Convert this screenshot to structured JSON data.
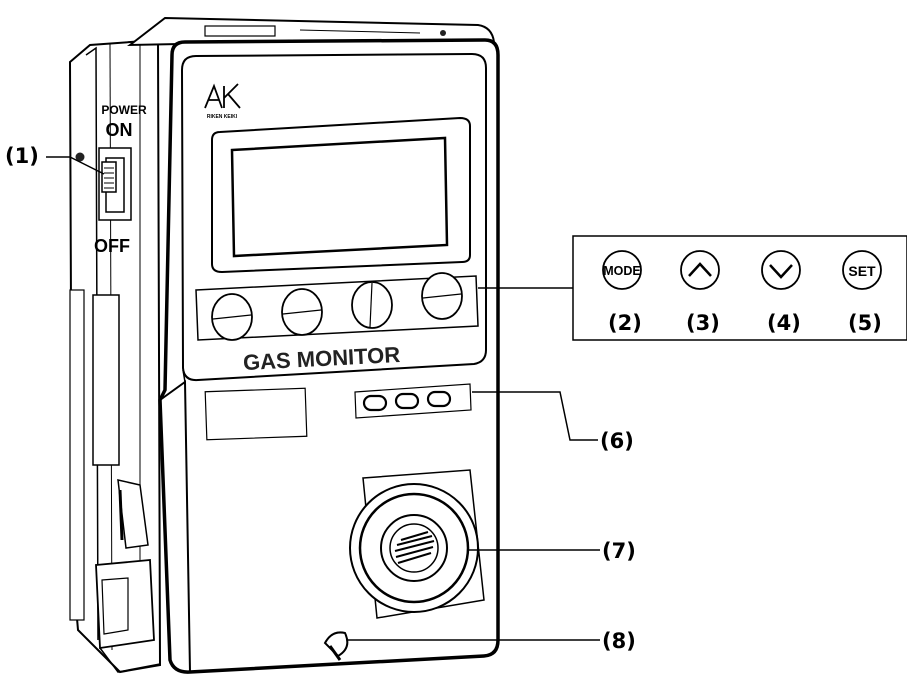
{
  "device": {
    "logo_text": "AK",
    "brand_text": "RIKEN KEIKI",
    "model_label": "GAS MONITOR",
    "power_label": "POWER",
    "on_label": "ON",
    "off_label": "OFF"
  },
  "buttons_panel": {
    "buttons": [
      {
        "icon_text": "MODE",
        "callout": "(2)"
      },
      {
        "icon_text": "",
        "callout": "(3)"
      },
      {
        "icon_text": "",
        "callout": "(4)"
      },
      {
        "icon_text": "SET",
        "callout": "(5)"
      }
    ]
  },
  "callouts": {
    "c1": "(1)",
    "c6": "(6)",
    "c7": "(7)",
    "c8": "(8)"
  }
}
